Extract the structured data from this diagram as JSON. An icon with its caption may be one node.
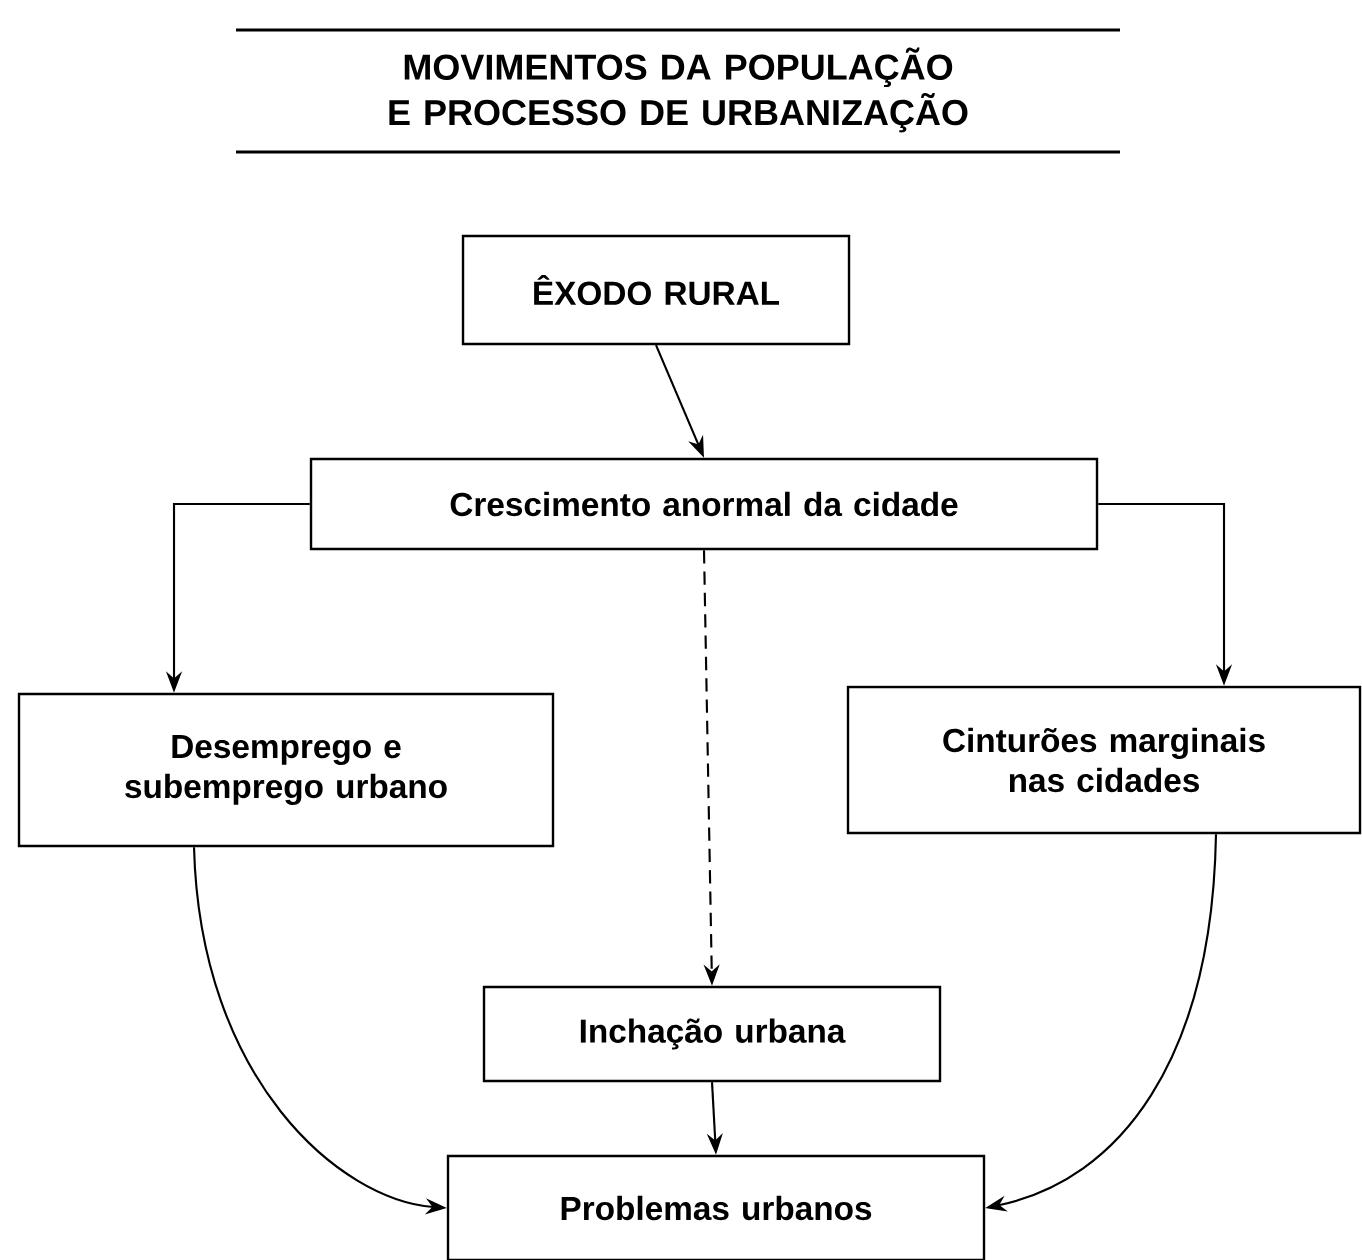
{
  "diagram": {
    "title": "MOVIMENTOS DA POPULAÇÃO E PROCESSO DE URBANIZAÇÃO",
    "nodes": [
      {
        "text": [
          "ÊXODO RURAL"
        ]
      },
      {
        "text": [
          "Crescimento anormal da cidade"
        ]
      },
      {
        "text": [
          "Desemprego e subemprego urbano"
        ]
      },
      {
        "text": [
          "Cinturões marginais nas cidades"
        ]
      },
      {
        "text": [
          "Inchação urbana"
        ]
      },
      {
        "text": [
          "Problemas urbanos"
        ]
      }
    ],
    "edges": [
      {
        "from": 0,
        "to": 1,
        "arrow": "to"
      },
      {
        "from": 1,
        "to": 2,
        "arrow": "to"
      },
      {
        "from": 1,
        "to": 3,
        "arrow": "to"
      },
      {
        "from": 1,
        "to": 4,
        "arrow": "to",
        "style": "dashed"
      },
      {
        "from": 4,
        "to": 5,
        "arrow": "to"
      },
      {
        "from": 2,
        "to": 5,
        "arrow": "to"
      },
      {
        "from": 3,
        "to": 5,
        "arrow": "to"
      }
    ]
  }
}
